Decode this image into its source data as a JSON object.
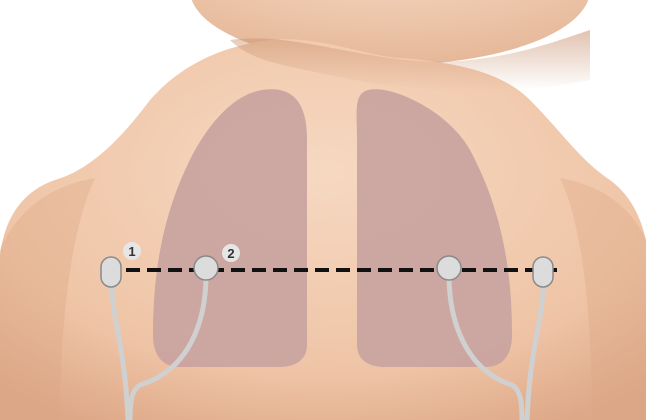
{
  "colors": {
    "background": "#ffffff",
    "skin": "#f3cdb2",
    "skin_shadow": "#d9a584",
    "lung": "#c9a3a0",
    "electrode": "#d8d8d8",
    "electrode_stroke": "#8a8a8a",
    "lead_wire": "#cfcfcf",
    "placement_line": "#111111",
    "label_badge": "#e6e6e6"
  },
  "illustration": {
    "subject": "infant-back",
    "organs": [
      "left-lung",
      "right-lung"
    ]
  },
  "electrodes": [
    {
      "id": "electrode-1",
      "label": "1",
      "shape": "oval"
    },
    {
      "id": "electrode-2",
      "label": "2",
      "shape": "round"
    },
    {
      "id": "electrode-3",
      "label": "",
      "shape": "round"
    },
    {
      "id": "electrode-4",
      "label": "",
      "shape": "oval"
    }
  ]
}
